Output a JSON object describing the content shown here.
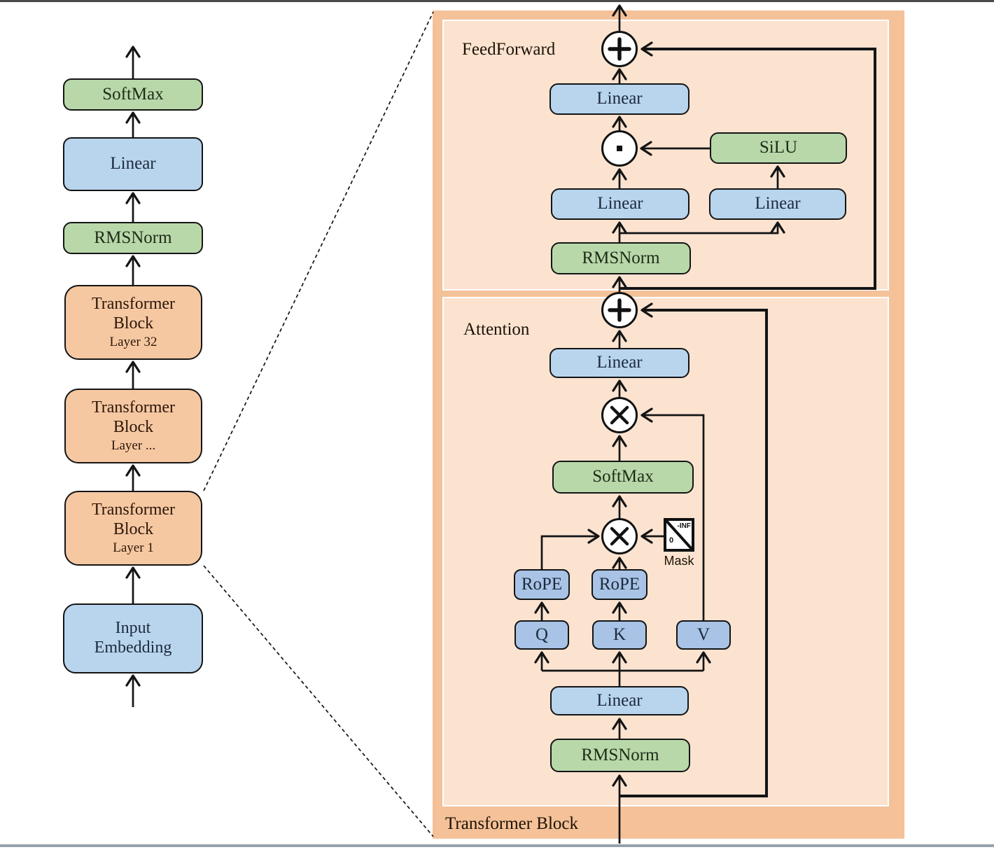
{
  "colors": {
    "green_box": "#b9d8aa",
    "blue_box": "#b9d5ee",
    "qkv_box": "#a8c3e5",
    "orange_box": "#f6c8a2",
    "panel_outer": "#f4c198",
    "panel_inner": "#fbe3d0",
    "line": "#141414",
    "text": "#161616"
  },
  "icons": {
    "add_icon": "⊕",
    "multiply_icon": "⊗",
    "elementwise_product_icon": "⊙"
  },
  "left_column": {
    "blocks": [
      {
        "label": "SoftMax"
      },
      {
        "label": "Linear"
      },
      {
        "label": "RMSNorm"
      },
      {
        "line1": "Transformer",
        "line2": "Block",
        "sub": "Layer 32"
      },
      {
        "line1": "Transformer",
        "line2": "Block",
        "sub": "Layer ..."
      },
      {
        "line1": "Transformer",
        "line2": "Block",
        "sub": "Layer 1"
      },
      {
        "line1": "Input",
        "line2": "Embedding"
      }
    ]
  },
  "detail_panel": {
    "title": "Transformer Block",
    "feedforward": {
      "label": "FeedForward",
      "linear_out": "Linear",
      "silu": "SiLU",
      "linear_gate": "Linear",
      "linear_up": "Linear",
      "rmsnorm": "RMSNorm"
    },
    "attention": {
      "label": "Attention",
      "linear_out": "Linear",
      "softmax": "SoftMax",
      "mask": {
        "label": "Mask",
        "neg_inf": "-INF",
        "zero": "0"
      },
      "rope_q": "RoPE",
      "rope_k": "RoPE",
      "q": "Q",
      "k": "K",
      "v": "V",
      "linear_qkv": "Linear",
      "rmsnorm": "RMSNorm"
    }
  }
}
